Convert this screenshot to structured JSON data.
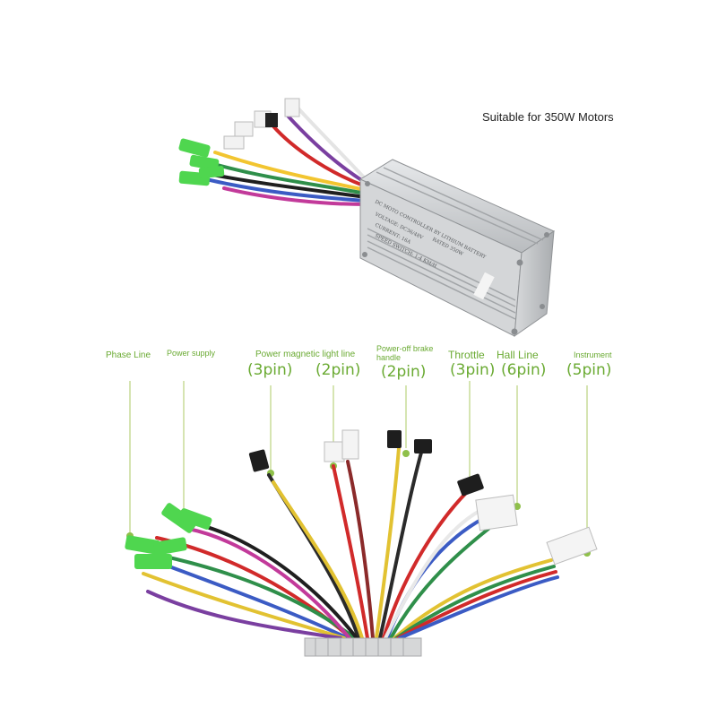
{
  "caption": "Suitable for 350W Motors",
  "product": {
    "label_lines": [
      "DC MOTO CONTROLLER BY LITHIUM BATTERY",
      "VOLTAGE: DC36/48V",
      "CURRENT: 16A",
      "RATED 350W",
      "SPEED SWITCH: 1-4 KM/H"
    ]
  },
  "connectors": [
    {
      "name": "Phase Line",
      "pins": ""
    },
    {
      "name": "Power supply",
      "pins": ""
    },
    {
      "name": "Power magnetic light line",
      "pins": "(3pin)"
    },
    {
      "name": "",
      "pins": "(2pin)"
    },
    {
      "name": "Power-off brake handle",
      "pins": "(2pin)"
    },
    {
      "name": "Throttle",
      "pins": "(3pin)"
    },
    {
      "name": "Hall Line",
      "pins": "(6pin)"
    },
    {
      "name": "Instrument",
      "pins": "(5pin)"
    }
  ],
  "colors": {
    "accent_green": "#6aaa32",
    "connector_green": "#4fd64f",
    "housing": "#c9ccce"
  }
}
